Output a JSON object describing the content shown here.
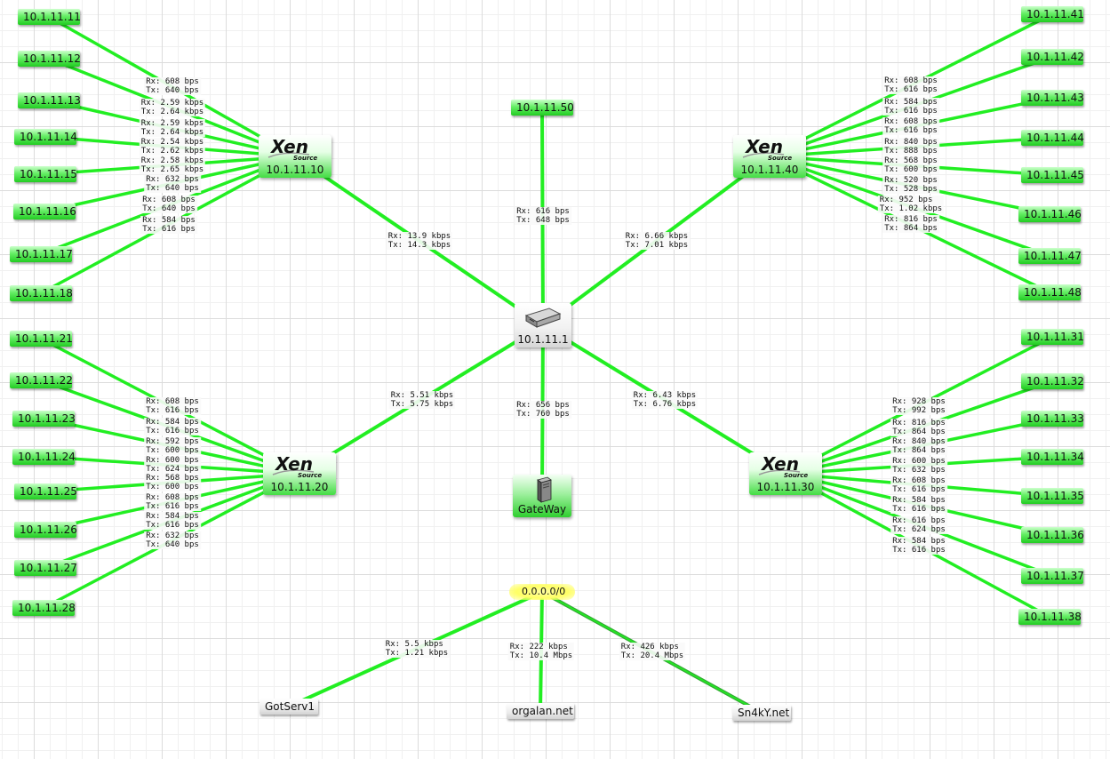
{
  "colors": {
    "link": "#22ee22",
    "link_dark": "#33aa33"
  },
  "nodes": {
    "router": {
      "label": "10.1.11.1",
      "icon": "router-icon"
    },
    "gateway": {
      "label": "GateWay",
      "icon": "server-tower-icon"
    },
    "network": {
      "label": "0.0.0.0/0"
    },
    "hv10": {
      "label": "10.1.11.10",
      "icon": "xen-source-logo"
    },
    "hv20": {
      "label": "10.1.11.20",
      "icon": "xen-source-logo"
    },
    "hv30": {
      "label": "10.1.11.30",
      "icon": "xen-source-logo"
    },
    "hv40": {
      "label": "10.1.11.40",
      "icon": "xen-source-logo"
    },
    "host50": {
      "label": "10.1.11.50"
    },
    "gotserv": {
      "label": "GotServ1"
    },
    "orgalan": {
      "label": "orgalan.net"
    },
    "sn4ky": {
      "label": "Sn4kY.net"
    },
    "vm11": {
      "label": "10.1.11.11"
    },
    "vm12": {
      "label": "10.1.11.12"
    },
    "vm13": {
      "label": "10.1.11.13"
    },
    "vm14": {
      "label": "10.1.11.14"
    },
    "vm15": {
      "label": "10.1.11.15"
    },
    "vm16": {
      "label": "10.1.11.16"
    },
    "vm17": {
      "label": "10.1.11.17"
    },
    "vm18": {
      "label": "10.1.11.18"
    },
    "vm21": {
      "label": "10.1.11.21"
    },
    "vm22": {
      "label": "10.1.11.22"
    },
    "vm23": {
      "label": "10.1.11.23"
    },
    "vm24": {
      "label": "10.1.11.24"
    },
    "vm25": {
      "label": "10.1.11.25"
    },
    "vm26": {
      "label": "10.1.11.26"
    },
    "vm27": {
      "label": "10.1.11.27"
    },
    "vm28": {
      "label": "10.1.11.28"
    },
    "vm31": {
      "label": "10.1.11.31"
    },
    "vm32": {
      "label": "10.1.11.32"
    },
    "vm33": {
      "label": "10.1.11.33"
    },
    "vm34": {
      "label": "10.1.11.34"
    },
    "vm35": {
      "label": "10.1.11.35"
    },
    "vm36": {
      "label": "10.1.11.36"
    },
    "vm37": {
      "label": "10.1.11.37"
    },
    "vm38": {
      "label": "10.1.11.38"
    },
    "vm41": {
      "label": "10.1.11.41"
    },
    "vm42": {
      "label": "10.1.11.42"
    },
    "vm43": {
      "label": "10.1.11.43"
    },
    "vm44": {
      "label": "10.1.11.44"
    },
    "vm45": {
      "label": "10.1.11.45"
    },
    "vm46": {
      "label": "10.1.11.46"
    },
    "vm47": {
      "label": "10.1.11.47"
    },
    "vm48": {
      "label": "10.1.11.48"
    }
  },
  "links": {
    "r_hv10": {
      "rx": "Rx: 13.9 kbps",
      "tx": "Tx: 14.3 kbps"
    },
    "r_hv40": {
      "rx": "Rx: 6.66 kbps",
      "tx": "Tx: 7.01 kbps"
    },
    "r_hv20": {
      "rx": "Rx: 5.51 kbps",
      "tx": "Tx: 5.75 kbps"
    },
    "r_hv30": {
      "rx": "Rx: 6.43 kbps",
      "tx": "Tx: 6.76 kbps"
    },
    "r_host50": {
      "rx": "Rx: 616 bps",
      "tx": "Tx: 648 bps"
    },
    "r_gw": {
      "rx": "Rx: 656 bps",
      "tx": "Tx: 760 bps"
    },
    "net_gotserv": {
      "rx": "Rx: 5.5 kbps",
      "tx": "Tx: 1.21 kbps"
    },
    "net_orgalan": {
      "rx": "Rx: 222 kbps",
      "tx": "Tx: 10.4 Mbps"
    },
    "net_sn4ky": {
      "rx": "Rx: 426 kbps",
      "tx": "Tx: 20.4 Mbps"
    },
    "hv10_vm11": {
      "rx": "Rx: 608 bps",
      "tx": "Tx: 640 bps"
    },
    "hv10_vm12": {
      "rx": "Rx: 2.59 kbps",
      "tx": "Tx: 2.64 kbps"
    },
    "hv10_vm13": {
      "rx": "Rx: 2.59 kbps",
      "tx": "Tx: 2.64 kbps"
    },
    "hv10_vm14": {
      "rx": "Rx: 2.54 kbps",
      "tx": "Tx: 2.62 kbps"
    },
    "hv10_vm15": {
      "rx": "Rx: 2.58 kbps",
      "tx": "Tx: 2.65 kbps"
    },
    "hv10_vm16": {
      "rx": "Rx: 632 bps",
      "tx": "Tx: 640 bps"
    },
    "hv10_vm17": {
      "rx": "Rx: 608 bps",
      "tx": "Tx: 640 bps"
    },
    "hv10_vm18": {
      "rx": "Rx: 584 bps",
      "tx": "Tx: 616 bps"
    },
    "hv20_vm21": {
      "rx": "Rx: 608 bps",
      "tx": "Tx: 616 bps"
    },
    "hv20_vm22": {
      "rx": "Rx: 584 bps",
      "tx": "Tx: 616 bps"
    },
    "hv20_vm23": {
      "rx": "Rx: 592 bps",
      "tx": "Tx: 600 bps"
    },
    "hv20_vm24": {
      "rx": "Rx: 600 bps",
      "tx": "Tx: 624 bps"
    },
    "hv20_vm25": {
      "rx": "Rx: 568 bps",
      "tx": "Tx: 600 bps"
    },
    "hv20_vm26": {
      "rx": "Rx: 608 bps",
      "tx": "Tx: 616 bps"
    },
    "hv20_vm27": {
      "rx": "Rx: 584 bps",
      "tx": "Tx: 616 bps"
    },
    "hv20_vm28": {
      "rx": "Rx: 632 bps",
      "tx": "Tx: 640 bps"
    },
    "hv30_vm31": {
      "rx": "Rx: 928 bps",
      "tx": "Tx: 992 bps"
    },
    "hv30_vm32": {
      "rx": "Rx: 816 bps",
      "tx": "Tx: 864 bps"
    },
    "hv30_vm33": {
      "rx": "Rx: 840 bps",
      "tx": "Tx: 864 bps"
    },
    "hv30_vm34": {
      "rx": "Rx: 600 bps",
      "tx": "Tx: 632 bps"
    },
    "hv30_vm35": {
      "rx": "Rx: 608 bps",
      "tx": "Tx: 616 bps"
    },
    "hv30_vm36": {
      "rx": "Rx: 584 bps",
      "tx": "Tx: 616 bps"
    },
    "hv30_vm37": {
      "rx": "Rx: 616 bps",
      "tx": "Tx: 624 bps"
    },
    "hv30_vm38": {
      "rx": "Rx: 584 bps",
      "tx": "Tx: 616 bps"
    },
    "hv40_vm41": {
      "rx": "Rx: 608 bps",
      "tx": "Tx: 616 bps"
    },
    "hv40_vm42": {
      "rx": "Rx: 584 bps",
      "tx": "Tx: 616 bps"
    },
    "hv40_vm43": {
      "rx": "Rx: 608 bps",
      "tx": "Tx: 616 bps"
    },
    "hv40_vm44": {
      "rx": "Rx: 840 bps",
      "tx": "Tx: 888 bps"
    },
    "hv40_vm45": {
      "rx": "Rx: 568 bps",
      "tx": "Tx: 600 bps"
    },
    "hv40_vm46": {
      "rx": "Rx: 520 bps",
      "tx": "Tx: 528 bps"
    },
    "hv40_vm47": {
      "rx": "Rx: 952 bps",
      "tx": "Tx: 1.02 kbps"
    },
    "hv40_vm48": {
      "rx": "Rx: 816 bps",
      "tx": "Tx: 864 bps"
    }
  }
}
